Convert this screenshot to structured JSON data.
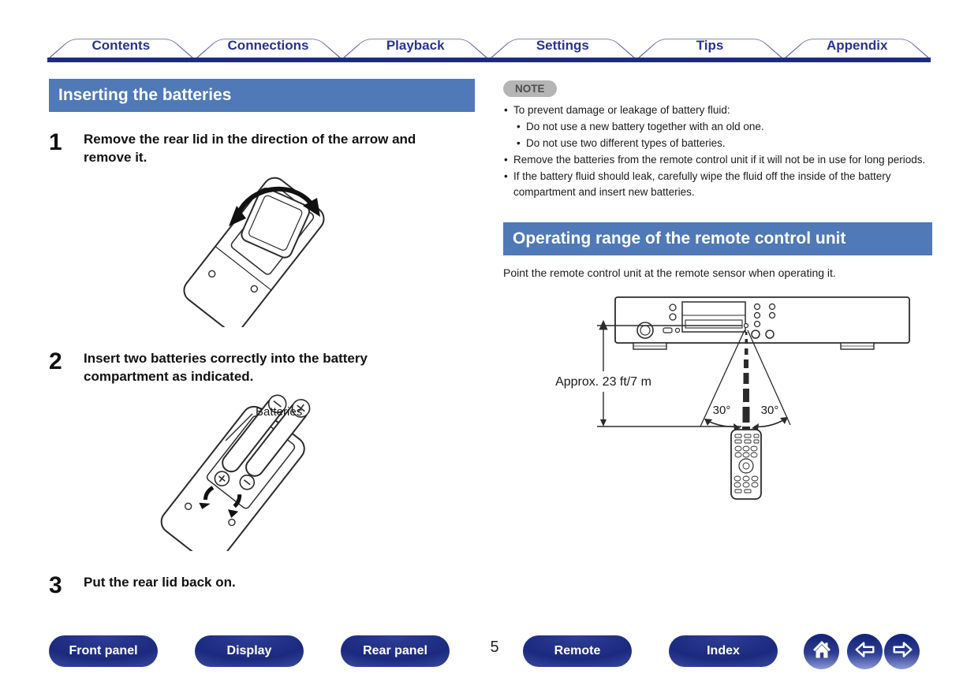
{
  "tabs": [
    {
      "label": "Contents"
    },
    {
      "label": "Connections"
    },
    {
      "label": "Playback"
    },
    {
      "label": "Settings"
    },
    {
      "label": "Tips"
    },
    {
      "label": "Appendix"
    }
  ],
  "sections": {
    "inserting": {
      "heading": "Inserting the batteries",
      "steps": [
        {
          "num": "1",
          "text": "Remove the rear lid in the direction of the arrow and remove it."
        },
        {
          "num": "2",
          "text": "Insert two batteries correctly into the battery compartment as indicated."
        },
        {
          "num": "3",
          "text": "Put the rear lid back on."
        }
      ],
      "batteries_label": "Batteries"
    },
    "note": {
      "label": "NOTE",
      "items": [
        {
          "text": "To prevent damage or leakage of battery fluid:"
        },
        {
          "text": "Do not use a new battery together with an old one."
        },
        {
          "text": "Do not use two different types of batteries."
        },
        {
          "text": "Remove the batteries from the remote control unit if it will not be in use for long periods."
        },
        {
          "text": "If the battery fluid should leak, carefully wipe the fluid off the inside of the battery compartment and insert new batteries."
        }
      ]
    },
    "operating_range": {
      "heading": "Operating range of the remote control unit",
      "paragraph": "Point the remote control unit at the remote sensor when operating it.",
      "distance_label": "Approx. 23 ft/7 m",
      "angle_left": "30°",
      "angle_right": "30°"
    }
  },
  "footer": {
    "page_number": "5",
    "buttons": [
      {
        "label": "Front panel"
      },
      {
        "label": "Display"
      },
      {
        "label": "Rear panel"
      },
      {
        "label": "Remote"
      },
      {
        "label": "Index"
      }
    ]
  },
  "colors": {
    "heading_bg": "#4f79b7",
    "nav_rule": "#1d2d7c",
    "tab_border": "#6565ab",
    "tab_text": "#2a3390",
    "button_dark": "#1b2a7e",
    "button_light": "#9aa6dc",
    "note_bg": "#b5b5b5",
    "note_text": "#4d4d4d"
  }
}
